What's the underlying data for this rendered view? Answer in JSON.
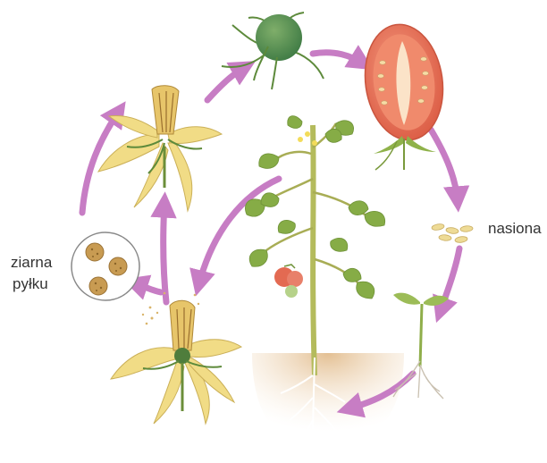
{
  "labels": {
    "seeds": "nasiona",
    "pollen_line1": "ziarna",
    "pollen_line2": "pyłku"
  },
  "colors": {
    "arrow": "#c77dc4",
    "petal": "#f1dc86",
    "stem": "#8fae4a",
    "leaf": "#8fb24a",
    "tomato_skin": "#e56f55",
    "soil": "#e8c9a0",
    "pollen": "#c89b52"
  }
}
